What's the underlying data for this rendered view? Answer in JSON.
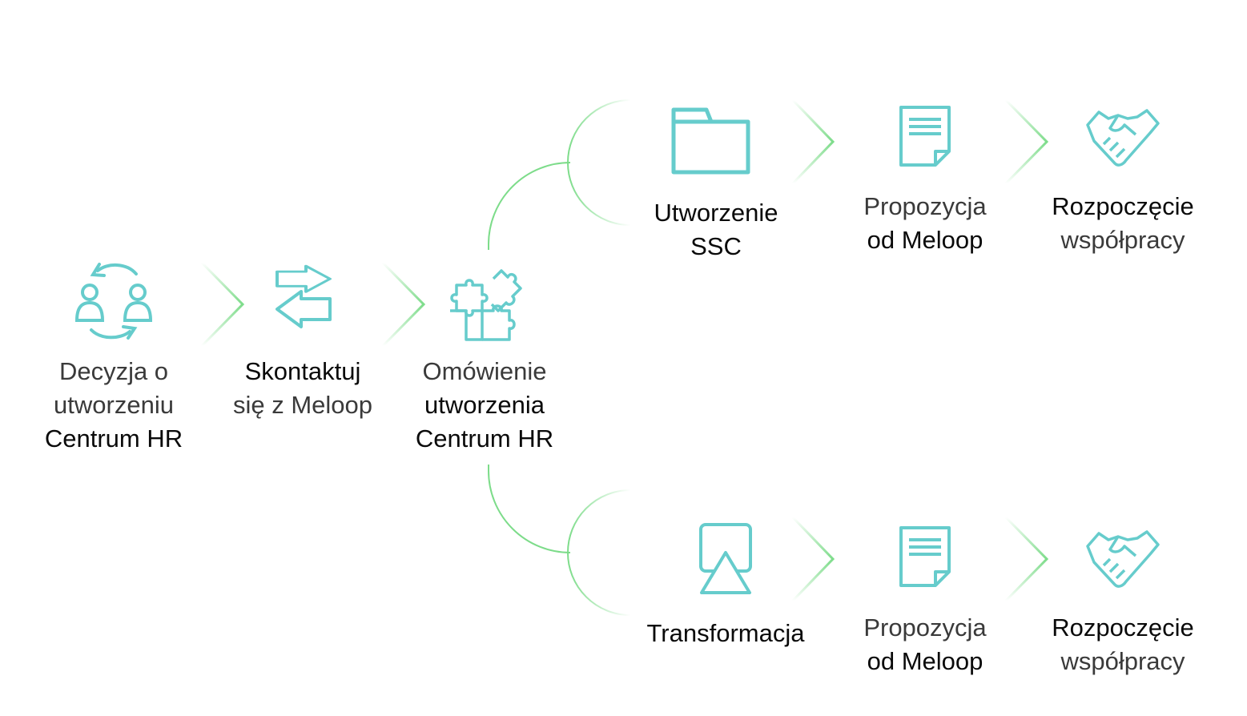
{
  "colors": {
    "icon": "#66cccc",
    "line": "#7ddc8a"
  },
  "steps": [
    {
      "icon": "people-exchange-icon",
      "light": "Decyzja o utworzeniu",
      "bold": "Centrum HR"
    },
    {
      "icon": "transfer-arrows-icon",
      "bold": "Skontaktuj",
      "light": "się z Meloop"
    },
    {
      "icon": "puzzle-icon",
      "light": "Omówienie",
      "bold": "utworzenia Centrum HR"
    }
  ],
  "top_branch": [
    {
      "icon": "folder-icon",
      "bold": "Utworzenie SSC"
    },
    {
      "icon": "document-icon",
      "light": "Propozycja",
      "bold": "od Meloop"
    },
    {
      "icon": "handshake-icon",
      "bold": "Rozpoczęcie",
      "light": "współpracy"
    }
  ],
  "bottom_branch": [
    {
      "icon": "transformation-icon",
      "bold": "Transformacja"
    },
    {
      "icon": "document-icon",
      "light": "Propozycja",
      "bold": "od Meloop"
    },
    {
      "icon": "handshake-icon",
      "bold": "Rozpoczęcie",
      "light": "współpracy"
    }
  ]
}
